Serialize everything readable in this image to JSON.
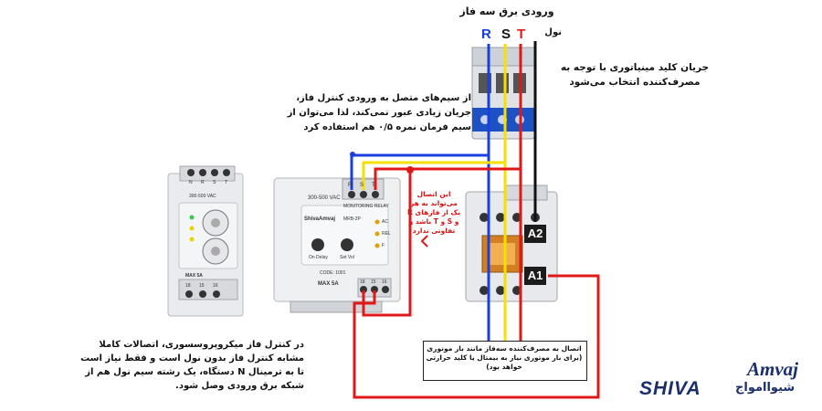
{
  "diagram": {
    "title": "ورودی برق سه فاز",
    "phases": {
      "r": "R",
      "s": "S",
      "t": "T"
    },
    "neutral_label": "نول",
    "mcb_note": "جریان کلید مینیاتوری با توجه به مصرف‌کننده انتخاب می‌شود",
    "control_note": "از سیم‌های متصل به ورودی کنترل فاز، جریان زیادی عبور نمی‌کند، لذا می‌توان از سیم فرمان نمره ۰/۵ هم استفاده کرد",
    "red_note": "این اتصال می‌تواند به هر یک از فازهای R و S و T باشد و تفاوتی ندارد",
    "motor_note": "اتصال به مصرف‌کننده سه‌فاز مانند بار موتوری (برای بار موتوری نیاز به بیمتال یا کلید حرارتی خواهد بود)",
    "micro_note": "در کنترل فاز میکروپروسسوری، اتصالات کاملا مشابه کنترل فاز بدون نول است و فقط نیاز است تا به ترمینال N دستگاه، یک رشته سیم نول هم از شبکه برق ورودی وصل شود.",
    "contactor_terminals": {
      "a2": "A2",
      "a1": "A1"
    },
    "logo": {
      "brand_en_1": "Amvaj",
      "brand_en_2": "SHIVA",
      "brand_fa": "شیواامواج"
    }
  },
  "device_center": {
    "terminals_top": [
      "R",
      "S",
      "T"
    ],
    "voltage": "300-500 VAC",
    "monitoring": "MONITORING RELAY",
    "brand": "ShivaAmvaj",
    "model": "MRB-2P",
    "leds": [
      "AC",
      "REL",
      "F"
    ],
    "knobs": [
      "On Delay",
      "Set Vol"
    ],
    "max_label": "MAX 5A",
    "terminals_bottom": [
      "18",
      "15",
      "16"
    ],
    "code_label": "CODE: 1001"
  },
  "device_left": {
    "terminals_top": [
      "N",
      "R",
      "S",
      "T"
    ],
    "voltage": "300-500 VAC",
    "max_label": "MAX 5A",
    "terminals_bottom": [
      "18",
      "15",
      "16"
    ]
  },
  "colors": {
    "r": "#1a3fe0",
    "s": "#f5e000",
    "t": "#e01818",
    "neutral": "#111111",
    "brand": "#1a2f6b"
  }
}
